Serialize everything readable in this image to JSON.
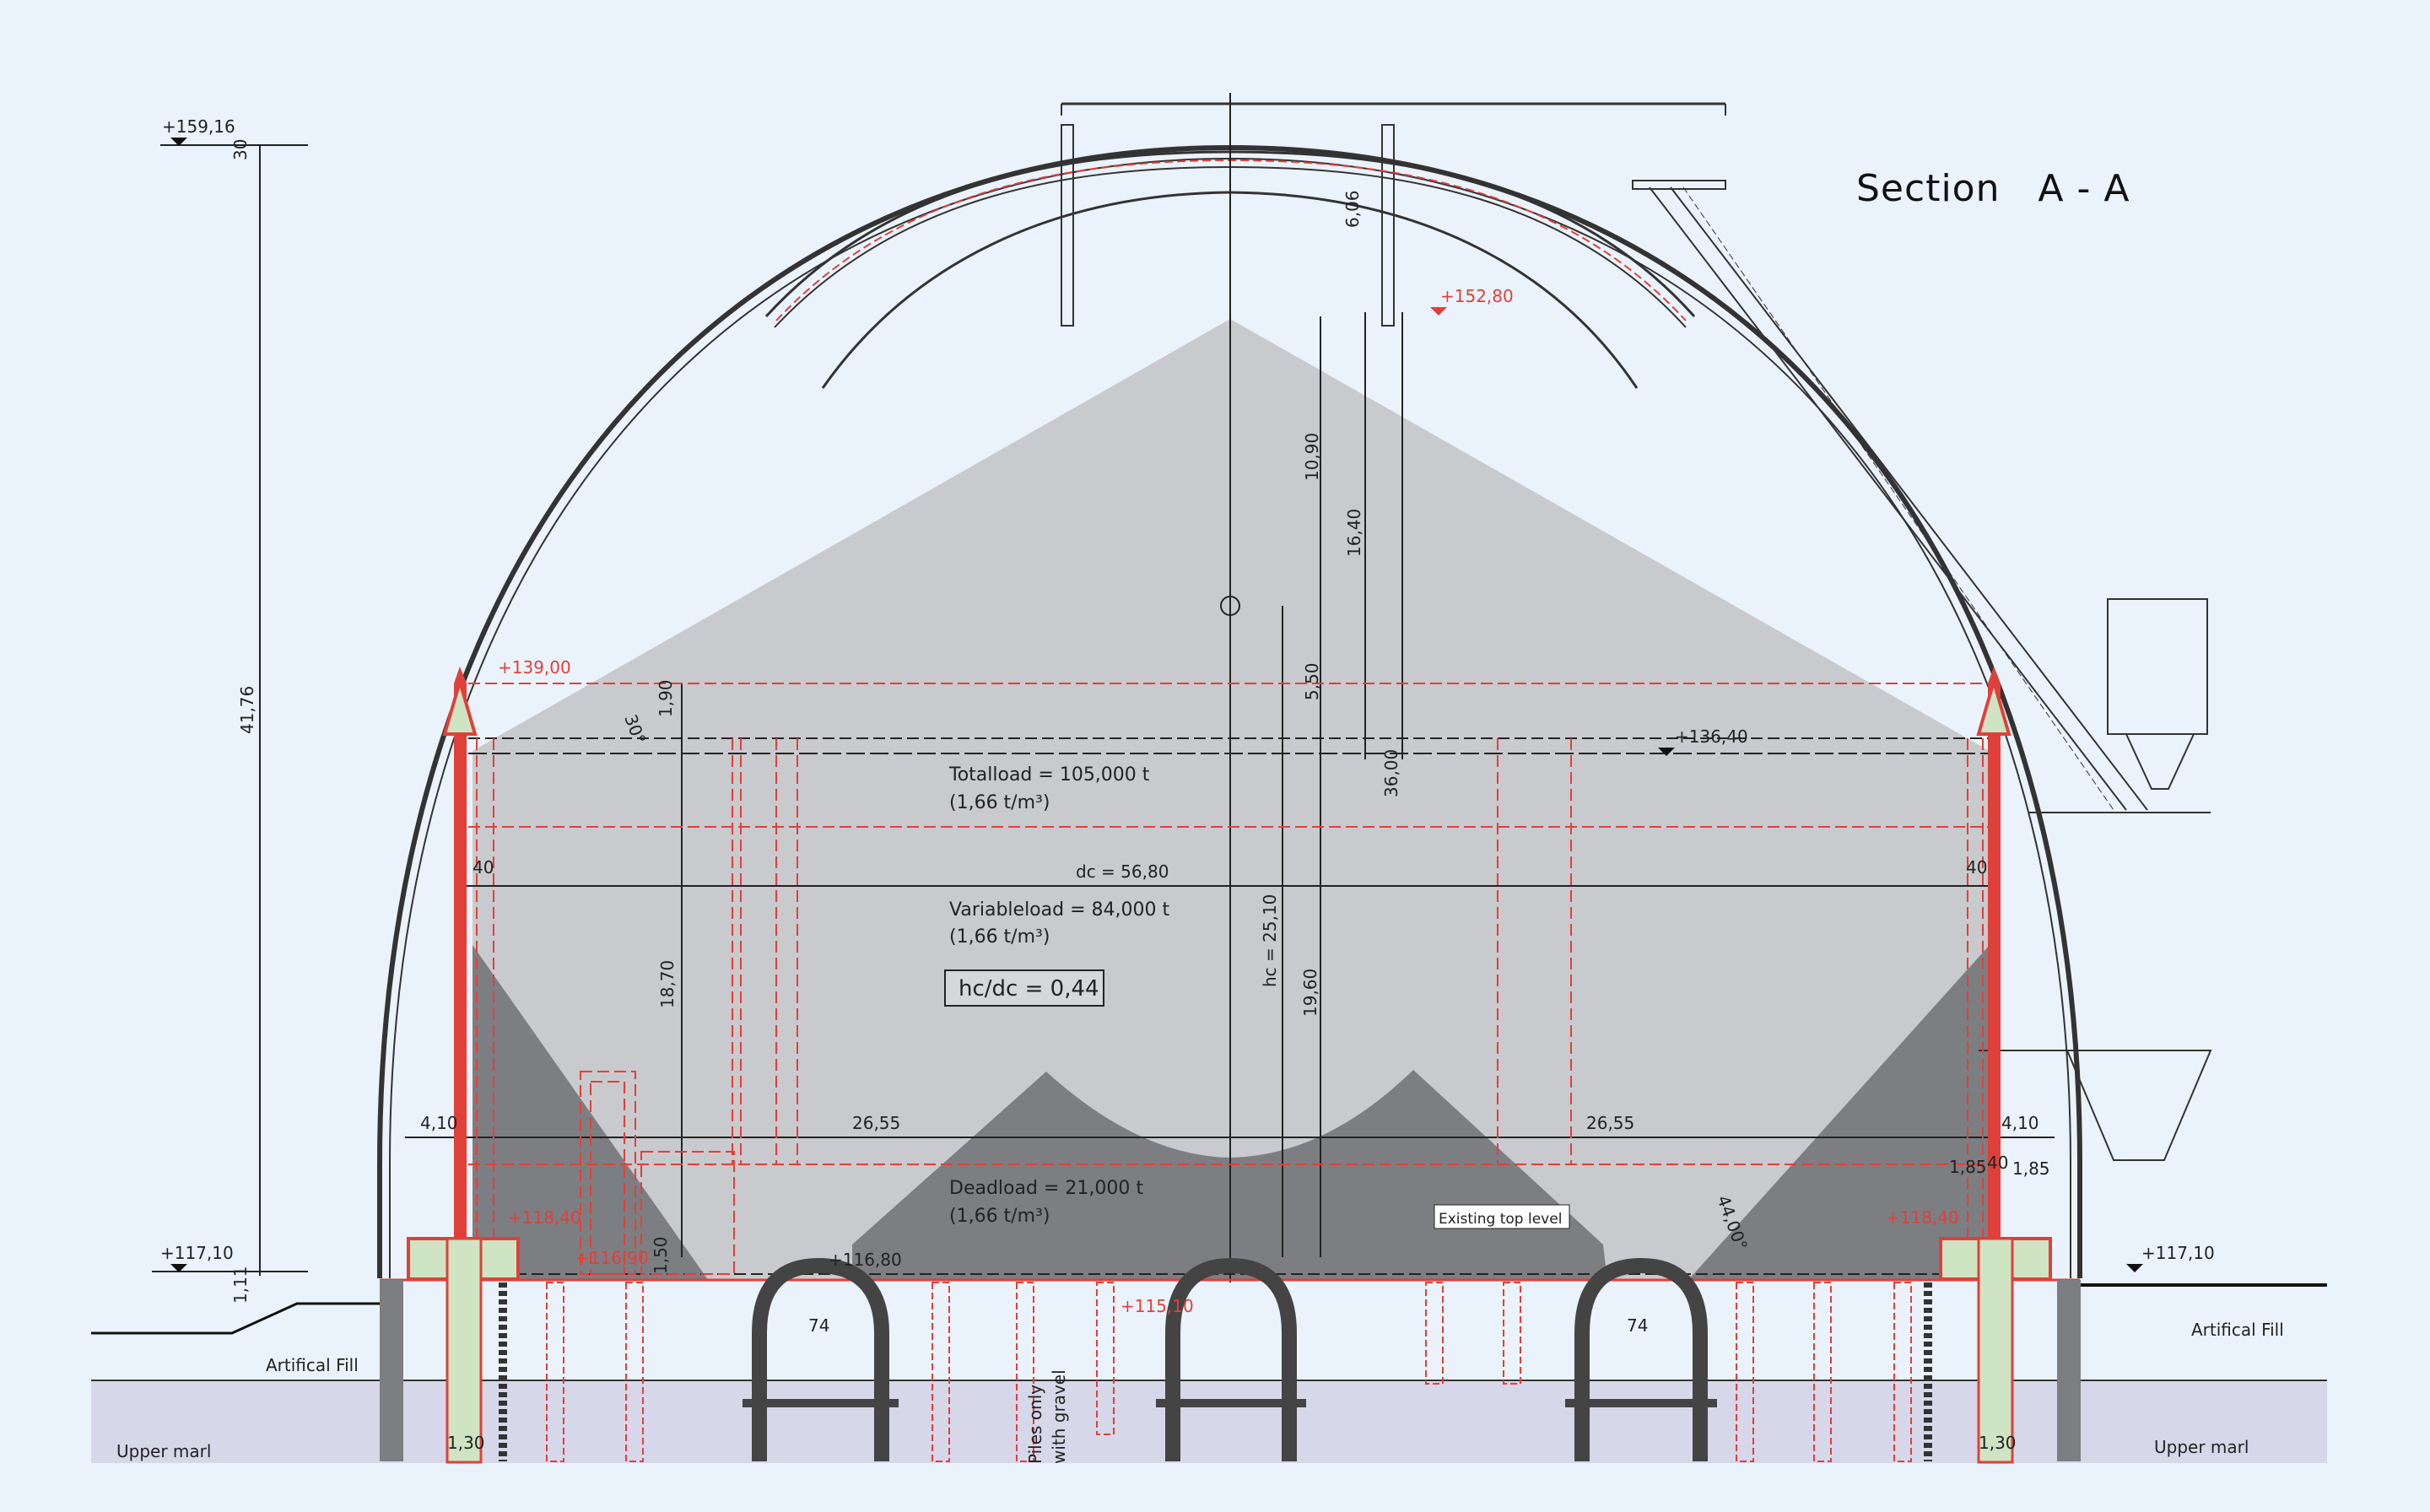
{
  "title": "Section   A - A",
  "loads": {
    "total": "Totalload = 105,000 t",
    "total_density": "(1,66 t/m³)",
    "variable": "Variableload = 84,000 t",
    "variable_density": "(1,66 t/m³)",
    "dead": "Deadload = 21,000 t",
    "dead_density": "(1,66 t/m³)",
    "ratio": "hc/dc = 0,44"
  },
  "levels": {
    "top": "+159,16",
    "ridge": "+152,80",
    "wall_top": "+139,00",
    "fill_top": "+136,40",
    "left_base": "+118,40",
    "right_base": "+118,40",
    "ground_left": "+117,10",
    "ground_right": "+117,10",
    "slab_low": "+116,90",
    "slab": "+116,80",
    "pile": "+115,10"
  },
  "dims": {
    "d30": "30",
    "d4176": "41,76",
    "d111": "1,11",
    "d606": "6,06",
    "d1090": "10,90",
    "d1640": "16,40",
    "d550": "5,50",
    "d3600": "36,00",
    "d190": "1,90",
    "dc": "dc = 56,80",
    "hc": "hc = 25,10",
    "d1960": "19,60",
    "d1870": "18,70",
    "d40_left": "40",
    "d40_right": "40",
    "d410_left": "4,10",
    "d410_right": "4,10",
    "d2655_left": "26,55",
    "d2655_right": "26,55",
    "d185_a": "1,85",
    "d185_b": "1,85",
    "d40_small": "40",
    "d150": "1,50",
    "d74_left": "74",
    "d74_right": "74",
    "d130_left": "1,30",
    "d130_right": "1,30",
    "angle30": "30°",
    "angle44": "44,00°"
  },
  "notes": {
    "existing_top": "Existing top level",
    "piles_only": "Piles only",
    "with_gravel": "with gravel"
  },
  "soil": {
    "fill_left": "Artifical Fill",
    "fill_right": "Artifical Fill",
    "marl_left": "Upper marl",
    "marl_right": "Upper marl"
  },
  "colors": {
    "background": "#EAF3FB",
    "stockpile_light": "#C9CACD",
    "stockpile_dark": "#7D7E82",
    "structure_red": "#E0403A",
    "foundation_green": "#CFE4C2",
    "marl": "#D7D7EA"
  }
}
